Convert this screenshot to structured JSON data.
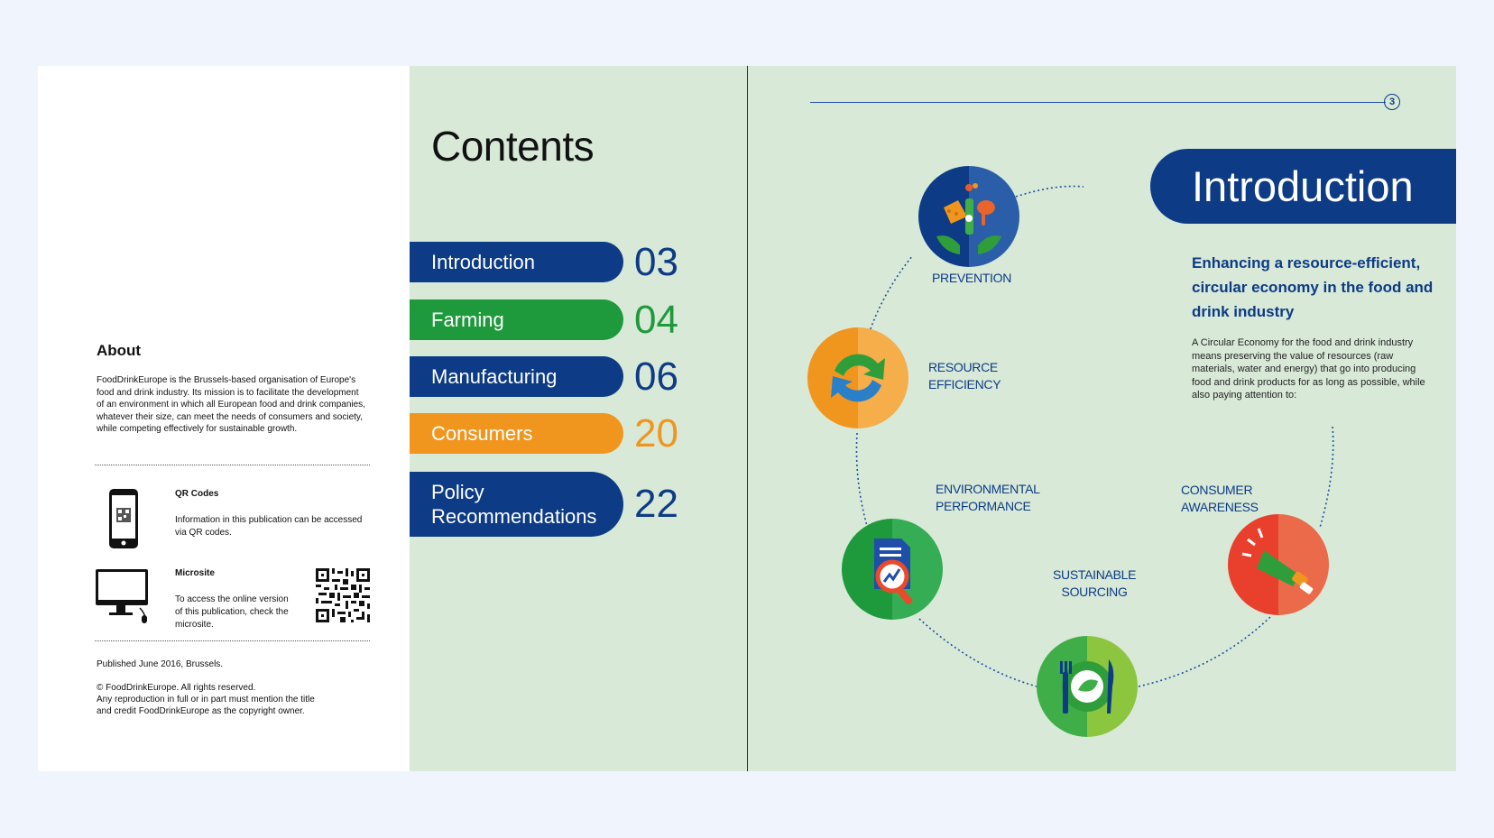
{
  "about": {
    "title": "About",
    "text": "FoodDrinkEurope is the Brussels-based organisation of Europe's food and drink industry. Its mission is to facilitate the development of an environment in which all European food and drink companies, whatever their size, can meet the needs of consumers and society, while competing effectively for sustainable growth."
  },
  "qr_codes": {
    "title": "QR Codes",
    "text": "Information in this publication can be accessed via QR codes."
  },
  "microsite": {
    "title": "Microsite",
    "text": "To access the online version of this publication, check the microsite."
  },
  "published": "Published June 2016, Brussels.",
  "copyright": {
    "line1": "© FoodDrinkEurope. All rights reserved.",
    "line2": "Any reproduction in full or in part must mention the title",
    "line3": "and credit FoodDrinkEurope as the copyright owner."
  },
  "contents": {
    "title": "Contents",
    "items": [
      {
        "label": "Introduction",
        "page": "03",
        "color": "#0d3b85",
        "num_color": "#0d3b85"
      },
      {
        "label": "Farming",
        "page": "04",
        "color": "#1e9a3c",
        "num_color": "#1e9a3c"
      },
      {
        "label": "Manufacturing",
        "page": "06",
        "color": "#0d3b85",
        "num_color": "#0d3b85"
      },
      {
        "label": "Consumers",
        "page": "20",
        "color": "#f0961e",
        "num_color": "#f0961e"
      },
      {
        "label_line1": "Policy",
        "label_line2": "Recommendations",
        "page": "22",
        "color": "#0d3b85",
        "num_color": "#0d3b85"
      }
    ]
  },
  "intro": {
    "page_number": "3",
    "title": "Introduction",
    "subtitle": "Enhancing a resource-efficient, circular economy in the food and drink industry",
    "body": "A Circular Economy for the food and drink industry means preserving the value of resources (raw materials, water and energy) that go into producing food and drink products for as long as possible, while also paying attention to:",
    "cycle": {
      "prevention": "PREVENTION",
      "resource_1": "RESOURCE",
      "resource_2": "EFFICIENCY",
      "env_1": "ENVIRONMENTAL",
      "env_2": "PERFORMANCE",
      "sourcing_1": "SUSTAINABLE",
      "sourcing_2": "SOURCING",
      "consumer_1": "CONSUMER",
      "consumer_2": "AWARENESS"
    }
  },
  "icons": [
    "phone-qr-icon",
    "computer-monitor-icon",
    "qr-code-icon",
    "food-hands-icon",
    "recycle-arrows-icon",
    "document-magnifier-icon",
    "plate-cutlery-icon",
    "megaphone-icon"
  ]
}
